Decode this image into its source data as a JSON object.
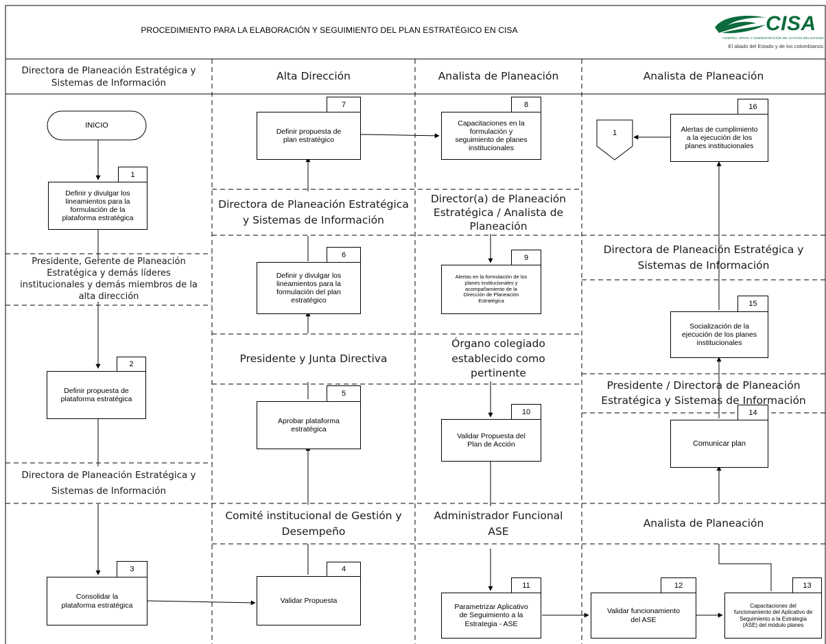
{
  "header": {
    "title": "PROCEDIMIENTO PARA LA ELABORACIÓN Y SEGUIMIENTO DEL PLAN ESTRATÉGICO EN CISA",
    "logo": {
      "brand": "CISA",
      "tagline1": "COMPRA, VENTA Y ADMINISTRACIÓN DE ACTIVOS DEL ESTADO.",
      "tagline2": "El aliado del Estado y de los colombianos.",
      "brand_color": "#0c6b3c"
    }
  },
  "lanes": {
    "c1_top": "Directora  de Planeación Estratégica y\nSistemas de Información",
    "c1_2": "Presidente, Gerente de Planeación\nEstratégica y demás líderes\ninstitucionales y demás miembros de la\nalta dirección",
    "c1_3": "Directora de Planeación Estratégica y\nSistemas de Información",
    "c2_top": "Alta Dirección",
    "c2_2": "Directora de Planeación Estratégica\ny Sistemas de Información",
    "c2_3": "Presidente y Junta Directiva",
    "c2_4": "Comité institucional de Gestión y\nDesempeño",
    "c3_top": "Analista de Planeación",
    "c3_2": "Director(a) de Planeación\nEstratégica / Analista de\nPlaneación",
    "c3_3": "Órgano colegiado\nestablecido como\npertinente",
    "c3_4": "Administrador Funcional\nASE",
    "c4_top": "Analista de Planeación",
    "c4_2": "Directora de Planeación Estratégica y\nSistemas de Información",
    "c4_3": "Presidente / Directora de Planeación\nEstratégica y Sistemas de Información",
    "c4_4": "Analista de Planeación"
  },
  "start": {
    "label": "INICIO"
  },
  "connector": {
    "label": "1"
  },
  "steps": {
    "s1": {
      "num": "1",
      "text": "Definir y divulgar los\nlineamientos para la\nformulación de la\nplataforma estratégica"
    },
    "s2": {
      "num": "2",
      "text": "Definir propuesta de\nplataforma estratégica"
    },
    "s3": {
      "num": "3",
      "text": "Consolidar la\nplataforma estratégica"
    },
    "s4": {
      "num": "4",
      "text": "Validar Propuesta"
    },
    "s5": {
      "num": "5",
      "text": "Aprobar plataforma\nestratégica"
    },
    "s6": {
      "num": "6",
      "text": "Definir y divulgar los\nlineamientos para la\nformulación del plan\nestratégico"
    },
    "s7": {
      "num": "7",
      "text": "Definir propuesta de\nplan estratégico"
    },
    "s8": {
      "num": "8",
      "text": "Capacitaciones en la\nformulación y\nseguimiento de planes\ninstitucionales"
    },
    "s9": {
      "num": "9",
      "text": "Alertas en la formulación de los\nplanes institucionales y\nacompañamiento de la\nDirección de Planeación\nEstratégica"
    },
    "s10": {
      "num": "10",
      "text": "Validar Propuesta del\nPlan de Acción"
    },
    "s11": {
      "num": "11",
      "text": "Parametrizar Aplicativo\nde Seguimiento a la\nEstrategia - ASE"
    },
    "s12": {
      "num": "12",
      "text": "Validar funcionamiento\ndel ASE"
    },
    "s13": {
      "num": "13",
      "text": "Capacitaciones del\nfuncionamiento del Aplicativo de\nSeguimiento a la Estrategia\n(ASE) del módulo planes"
    },
    "s14": {
      "num": "14",
      "text": "Comunicar plan"
    },
    "s15": {
      "num": "15",
      "text": "Socialización de la\nejecución de los planes\ninstitucionales"
    },
    "s16": {
      "num": "16",
      "text": "Alertas de cumplimiento\na la ejecución de los\nplanes institucionales"
    }
  }
}
